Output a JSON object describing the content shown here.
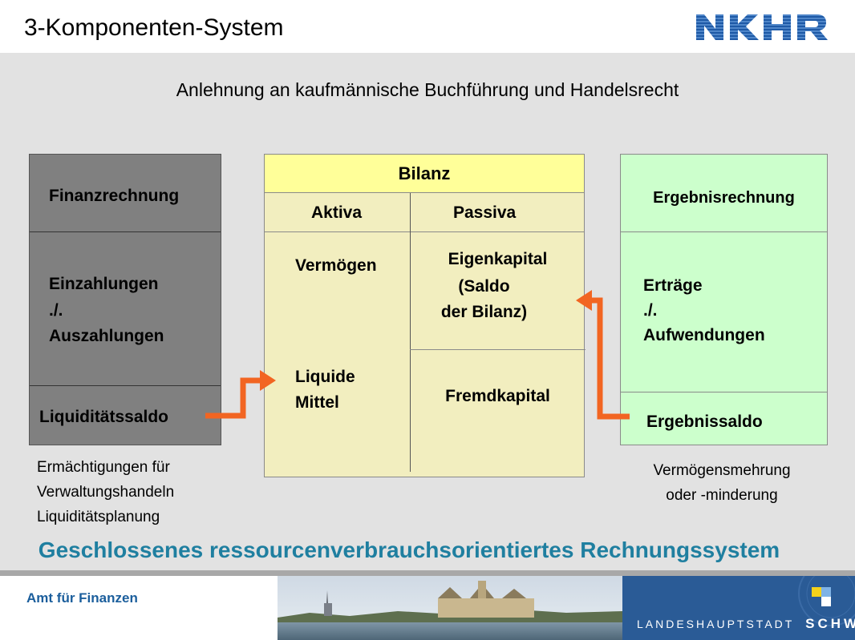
{
  "header": {
    "title": "3-Komponenten-System",
    "logo_text": "NKHR"
  },
  "subtitle": "Anlehnung an kaufmännische Buchführung und Handelsrecht",
  "finanz": {
    "title": "Finanzrechnung",
    "body_lines": [
      "Einzahlungen",
      "./.",
      "Auszahlungen"
    ],
    "saldo": "Liquiditätssaldo",
    "notes": [
      "Ermächtigungen für",
      "Verwaltungshandeln",
      "Liquiditätsplanung"
    ]
  },
  "bilanz": {
    "title": "Bilanz",
    "aktiva_label": "Aktiva",
    "passiva_label": "Passiva",
    "vermoegen": "Vermögen",
    "liquide_lines": [
      "Liquide",
      "Mittel"
    ],
    "eigenkapital_lines": [
      "Eigenkapital",
      "(Saldo",
      "der Bilanz)"
    ],
    "fremdkapital": "Fremdkapital"
  },
  "ergebnis": {
    "title": "Ergebnisrechnung",
    "body_lines": [
      "Erträge",
      "./.",
      "Aufwendungen"
    ],
    "saldo": "Ergebnissaldo",
    "notes": [
      "Vermögensmehrung",
      "oder -minderung"
    ]
  },
  "conclusion": "Geschlossenes ressourcenverbrauchsorientiertes Rechnungssystem",
  "footer": {
    "department": "Amt für Finanzen",
    "city_prefix": "LANDESHAUPTSTADT",
    "city_name": "SCHWERIN"
  },
  "colors": {
    "finanz_bg": "#808080",
    "bilanz_bg": "#f2eebf",
    "bilanz_head": "#ffff99",
    "ergebnis_bg": "#ccffcc",
    "arrow": "#f26522",
    "conclusion": "#1f7fa0",
    "brand_blue": "#2a5b96"
  }
}
